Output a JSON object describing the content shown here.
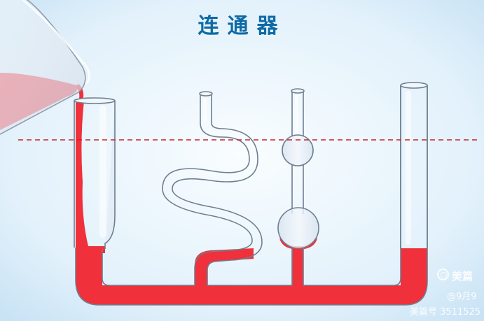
{
  "title": "连通器",
  "colors": {
    "liquid": "#f0303a",
    "glass_fill": "#e6eef6",
    "glass_stroke": "#6e7f90",
    "level_line": "#c8242c",
    "title": "#0e6aa6"
  },
  "watermark": {
    "brand": "美篇",
    "user": "@9月9",
    "id": "美篇号 3511525"
  }
}
